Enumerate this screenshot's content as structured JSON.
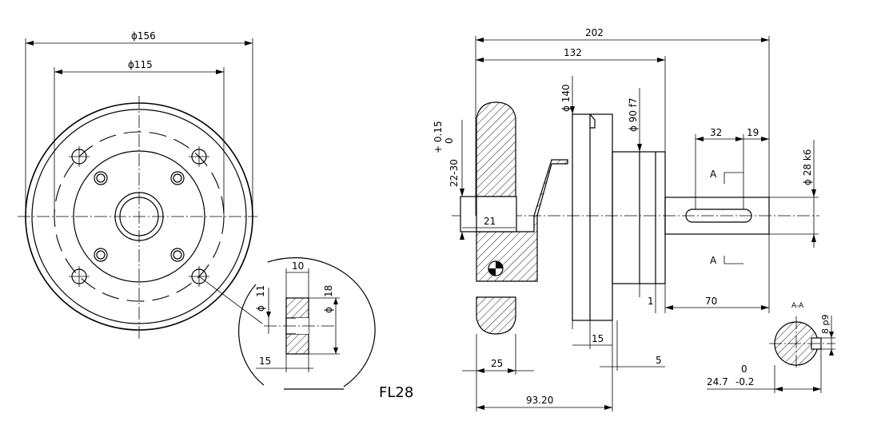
{
  "drawing": {
    "model": "FL28",
    "front_view": {
      "dia_outer": "ϕ156",
      "dia_bolt_circle": "ϕ115",
      "detail": {
        "width": "10",
        "hole_dia_label": "ϕ",
        "hole_dia": "11",
        "counterbore_label": "ϕ",
        "counterbore": "18",
        "depth": "15"
      }
    },
    "side_view": {
      "overall_length": "202",
      "flange_length": "132",
      "dia_140_label": "ϕ 140",
      "dia_90_label": "ϕ 90 f7",
      "tol_upper": "+ 0.15",
      "tol_lower": "0",
      "bore_range": "22-30",
      "bore_depth": "21",
      "key_length": "32",
      "key_offset": "19",
      "shaft_dia_label": "ϕ 28 k6",
      "shaft_length": "70",
      "shoulder": "1",
      "flange_thk": "15",
      "gap": "5",
      "hub_width": "25",
      "hub_pos": "93.20",
      "section_mark": "A"
    },
    "section": {
      "title": "A-A",
      "key_width": "8 p9",
      "key_depth": "24.7",
      "key_tol_upper": "0",
      "key_tol_lower": "-0.2"
    }
  }
}
